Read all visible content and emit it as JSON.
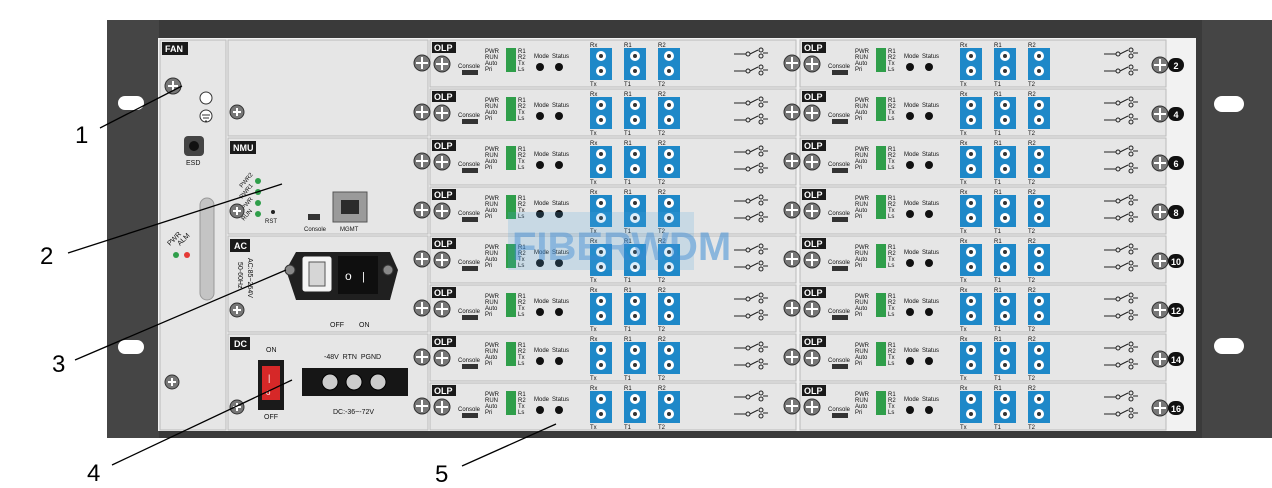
{
  "panel_labels": {
    "fan": "FAN",
    "nmu": "NMU",
    "ac": "AC",
    "dc": "DC",
    "olp": "OLP"
  },
  "fan": {
    "esd": "ESD",
    "pwr": "PWR",
    "alm": "ALM"
  },
  "nmu": {
    "leds": [
      "PWR2",
      "PWR1",
      "PWR",
      "RUN"
    ],
    "rst": "RST",
    "console": "Console",
    "mgmt": "MGMT"
  },
  "ac": {
    "rating_line1": "AC:85~264V",
    "rating_line2": "50-60Hz",
    "off": "OFF",
    "on": "ON"
  },
  "dc": {
    "on": "ON",
    "off": "OFF",
    "terminals": "-48V  RTN  PGND",
    "range": "DC:-36~-72V"
  },
  "olp_card": {
    "console": "Console",
    "led_left": [
      "PWR",
      "RUN",
      "Auto",
      "Pri"
    ],
    "led_right": [
      "R1",
      "R2",
      "Tx",
      "Ls"
    ],
    "mode": "Mode",
    "status": "Status",
    "port_top": [
      "Rx",
      "R1",
      "R2"
    ],
    "port_bottom": [
      "Tx",
      "T1",
      "T2"
    ]
  },
  "slot_numbers": [
    "2",
    "4",
    "6",
    "8",
    "10",
    "12",
    "14",
    "16"
  ],
  "watermark": "FIBERWDM",
  "callouts": [
    "1",
    "2",
    "3",
    "4",
    "5"
  ],
  "colors": {
    "chassis": "#3a3a3a",
    "panel": "#e6e6e6",
    "port_blue": "#1e88c8",
    "led_green": "#2f9e4a",
    "led_red": "#e53935"
  }
}
